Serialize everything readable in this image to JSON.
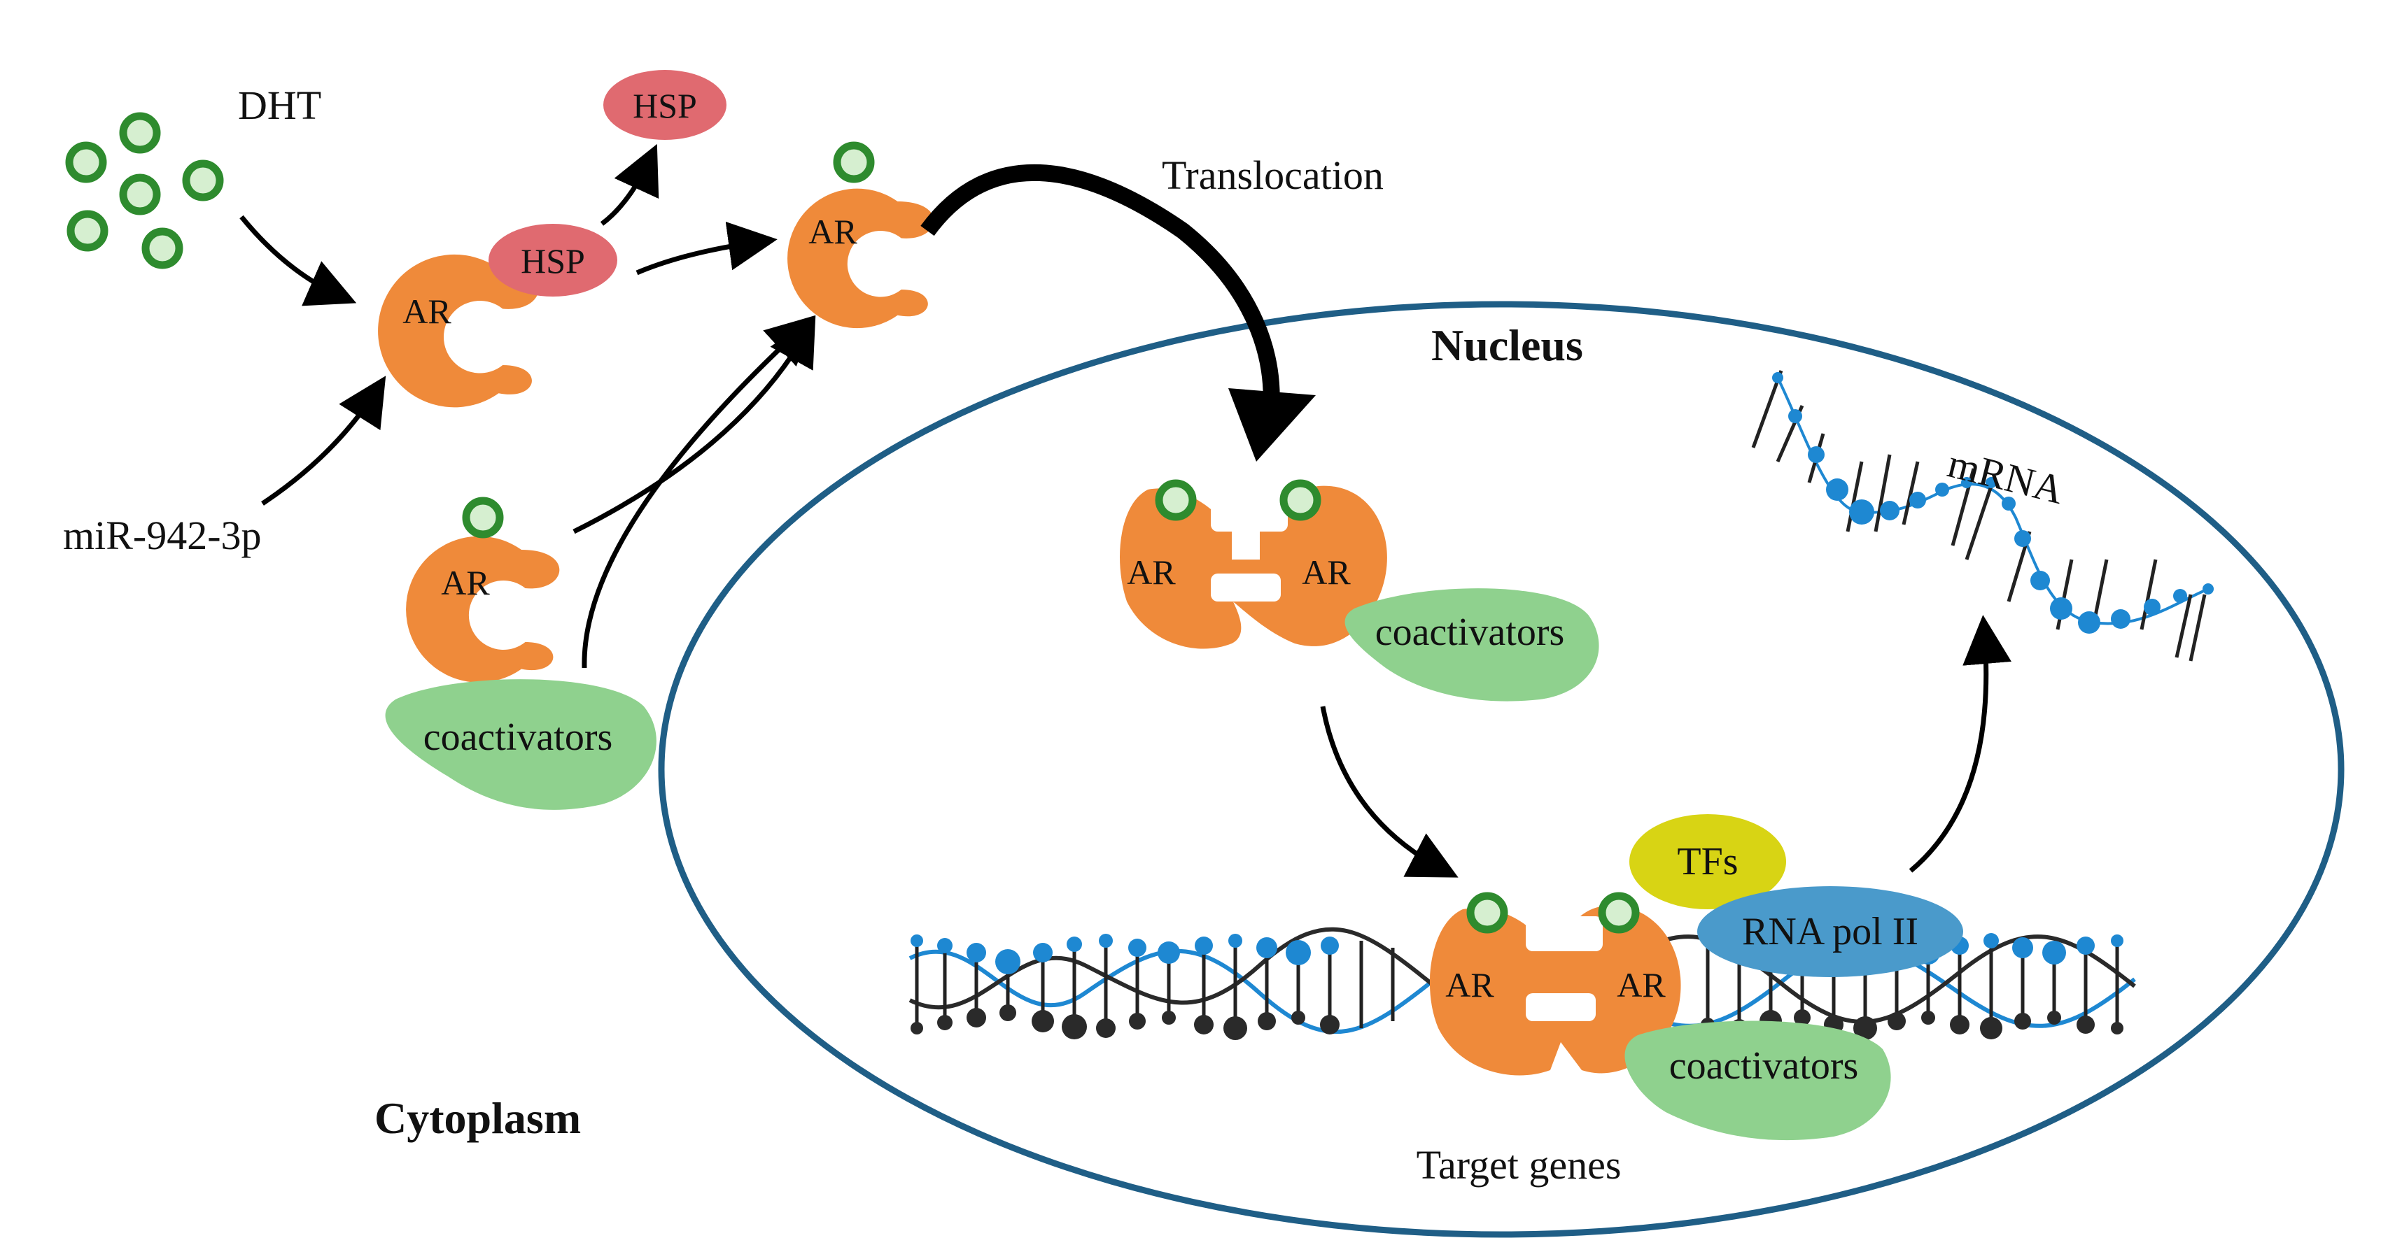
{
  "labels": {
    "dht": "DHT",
    "hsp_free": "HSP",
    "hsp_bound": "HSP",
    "mirna": "miR-942-3p",
    "translocation": "Translocation",
    "nucleus": "Nucleus",
    "mrna": "mRNA",
    "cytoplasm": "Cytoplasm",
    "target_genes": "Target genes",
    "ar": "AR",
    "coactivators": "coactivators",
    "tfs": "TFs",
    "rna_pol": "RNA pol II"
  },
  "colors": {
    "ar": "#EF8A3A",
    "ar_dark": "#D96F1E",
    "hsp": "#E06A70",
    "coactivators": "#8FD18E",
    "ligand": "#2E8B2E",
    "nucleus_border": "#1F5E86",
    "tfs": "#D8D414",
    "rna_pol": "#4A9ACB",
    "dna_blue": "#1E88D2",
    "dna_dark": "#2A2A2A"
  }
}
